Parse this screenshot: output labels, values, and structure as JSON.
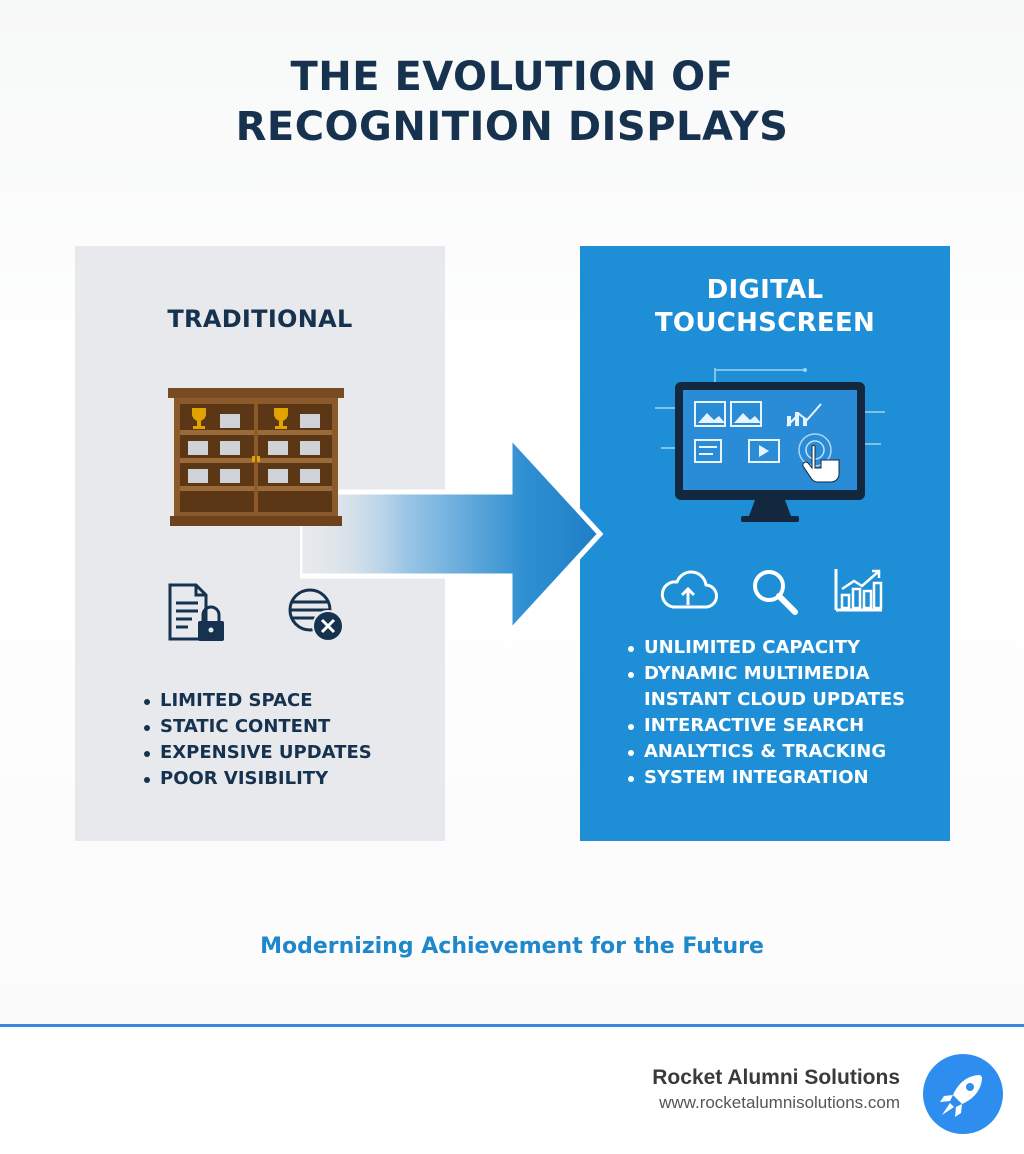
{
  "title": {
    "line1": "THE EVOLUTION OF",
    "line2": "RECOGNITION DISPLAYS"
  },
  "traditional": {
    "heading": "TRADITIONAL",
    "items": [
      "LIMITED SPACE",
      "STATIC CONTENT",
      "EXPENSIVE UPDATES",
      "POOR VISIBILITY"
    ]
  },
  "digital": {
    "heading_line1": "DIGITAL",
    "heading_line2": "TOUCHSCREEN",
    "items": [
      "UNLIMITED CAPACITY",
      "DYNAMIC MULTIMEDIA",
      "INSTANT CLOUD UPDATES",
      "INTERACTIVE SEARCH",
      "ANALYTICS & TRACKING",
      "SYSTEM INTEGRATION"
    ]
  },
  "tagline": "Modernizing Achievement for the Future",
  "footer": {
    "brand": "Rocket Alumni Solutions",
    "url": "www.rocketalumnisolutions.com"
  },
  "icons": {
    "traditional": [
      "trophy-cabinet-icon",
      "locked-document-icon",
      "no-access-globe-icon"
    ],
    "digital": [
      "touchscreen-monitor-icon",
      "cloud-upload-icon",
      "search-icon",
      "bar-chart-icon"
    ],
    "footer": "rocket-logo-icon"
  },
  "colors": {
    "navy": "#16324f",
    "digital_blue": "#1e8fd6",
    "traditional_gray": "#e7e9ec",
    "tagline_blue": "#1f87cc",
    "footer_rule": "#3a86e0",
    "cabinet_wood": "#8b5a2b",
    "trophy_gold": "#e2a200"
  }
}
